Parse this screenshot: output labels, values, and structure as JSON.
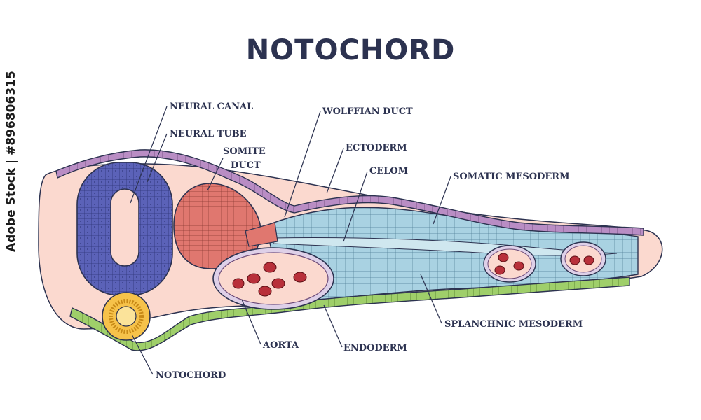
{
  "title": "NOTOCHORD",
  "labels": {
    "neural_canal": "NEURAL CANAL",
    "neural_tube": "NEURAL TUBE",
    "somite_duct_1": "SOMITE",
    "somite_duct_2": "DUCT",
    "wolffian_duct": "WOLFFIAN DUCT",
    "ectoderm": "ECTODERM",
    "celom": "CELOM",
    "somatic_mesoderm": "SOMATIC MESODERM",
    "splanchnic_mesoderm": "SPLANCHNIC MESODERM",
    "endoderm": "ENDODERM",
    "aorta": "AORTA",
    "notochord": "NOTOCHORD"
  },
  "stock_id": "Adobe Stock | #896806315",
  "colors": {
    "title": "#2c3250",
    "background_tissue": "#fbd9cf",
    "ectoderm": "#b98dc4",
    "neural_tube": "#5b62b8",
    "somite": "#e0776f",
    "mesoderm": "#a9d2e2",
    "endoderm": "#9fcf6a",
    "notochord": "#f6c24a",
    "blood_cell": "#b8303a"
  }
}
